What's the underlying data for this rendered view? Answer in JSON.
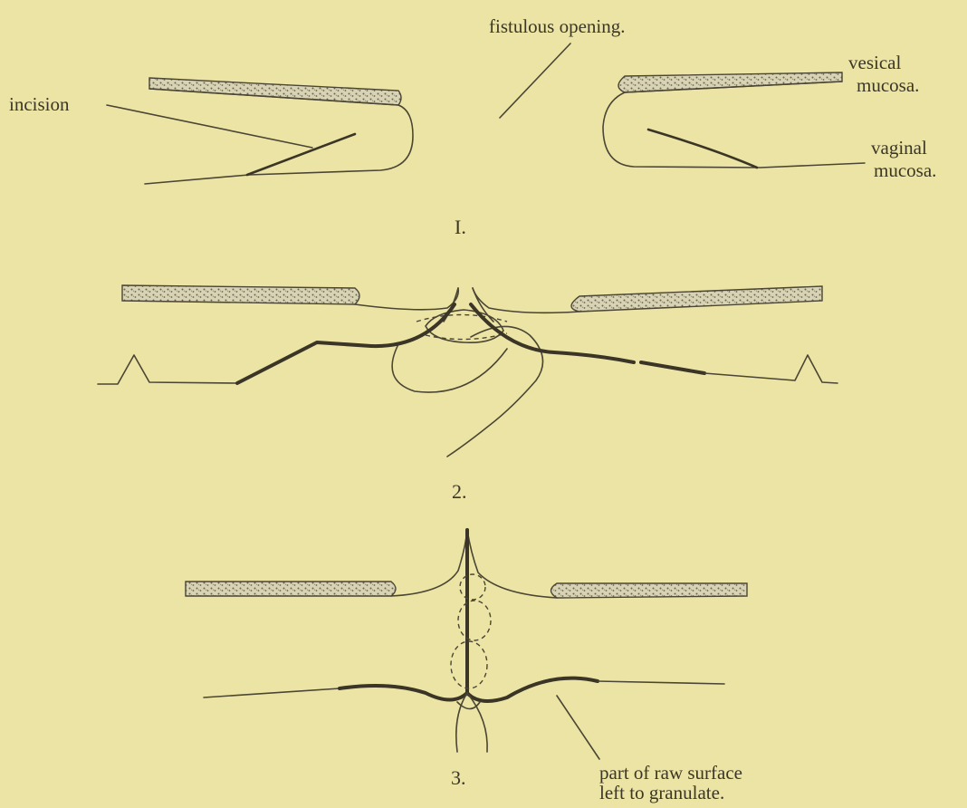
{
  "labels": {
    "fistulous_opening": "fistulous opening.",
    "incision": "incision",
    "vesical_1": "vesical",
    "vesical_2": "mucosa.",
    "vaginal_1": "vaginal",
    "vaginal_2": "mucosa.",
    "raw_surface_1": "part of raw surface",
    "raw_surface_2": "left to granulate."
  },
  "figure_numbers": {
    "one": "I.",
    "two": "2.",
    "three": "3."
  },
  "colors": {
    "background": "#ece4a4",
    "ink": "#3a3526",
    "mucosa_fill": "#d8d2b4"
  }
}
